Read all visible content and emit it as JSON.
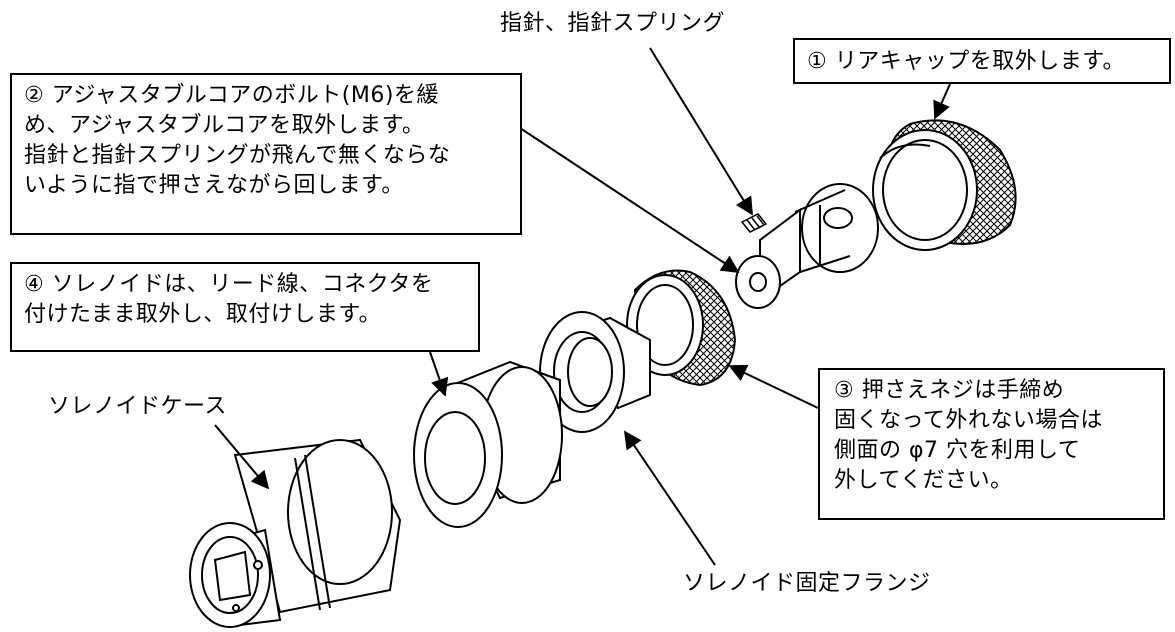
{
  "callouts": {
    "step1": {
      "lines": [
        "① リアキャップを取外します。"
      ]
    },
    "step2": {
      "lines": [
        "② アジャスタブルコアのボルト(M6)を緩",
        "め、アジャスタブルコアを取外します。",
        "指針と指針スプリングが飛んで無くならな",
        "いように指で押さえながら回します。"
      ]
    },
    "step3": {
      "lines": [
        "③ 押さえネジは手締め",
        "固くなって外れない場合は",
        "側面の φ7 穴を利用して",
        "外してください。"
      ]
    },
    "step4": {
      "lines": [
        "④ ソレノイドは、リード線、コネクタを",
        "付けたまま取外し、取付けします。"
      ]
    }
  },
  "labels": {
    "pointer": "指針、指針スプリング",
    "solenoid_case": "ソレノイドケース",
    "fixing_flange": "ソレノイド固定フランジ"
  }
}
